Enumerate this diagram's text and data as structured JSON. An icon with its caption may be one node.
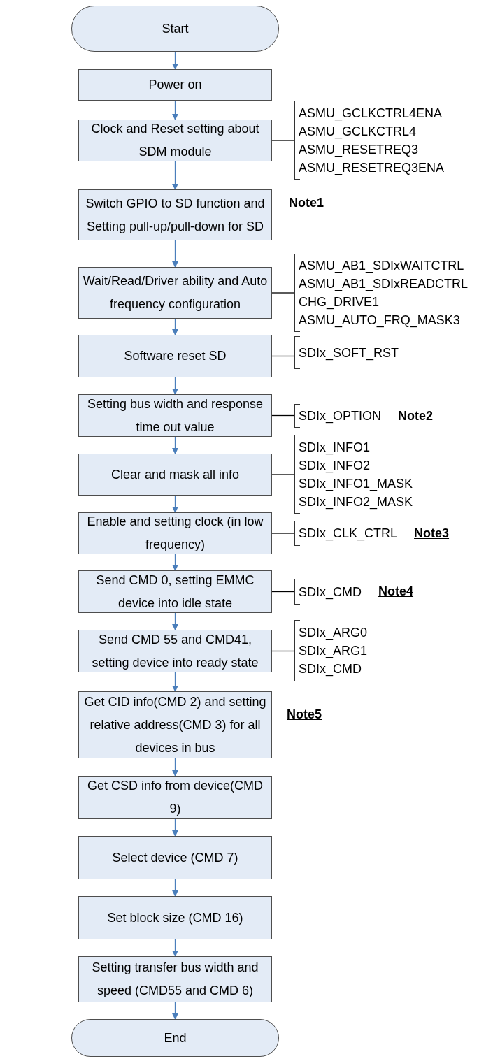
{
  "diagram": {
    "nodes": [
      {
        "text": [
          "Start"
        ]
      },
      {
        "text": [
          "Power on"
        ]
      },
      {
        "text": [
          "Clock and Reset setting about SDM module"
        ]
      },
      {
        "text": [
          "ASMU_GCLKCTRL4ENA",
          "ASMU_GCLKCTRL4",
          "ASMU_RESETREQ3",
          "ASMU_RESETREQ3ENA"
        ]
      },
      {
        "text": [
          "Switch GPIO to SD function and Setting pull-up/pull-down for SD"
        ]
      },
      {
        "text": [
          "Wait/Read/Driver ability and Auto frequency configuration"
        ]
      },
      {
        "text": [
          "ASMU_AB1_SDIxWAITCTRL",
          "ASMU_AB1_SDIxREADCTRL",
          "CHG_DRIVE1",
          "ASMU_AUTO_FRQ_MASK3"
        ]
      },
      {
        "text": [
          "Software reset SD"
        ]
      },
      {
        "text": [
          "SDIx_SOFT_RST"
        ]
      },
      {
        "text": [
          "Setting bus width and response time out value"
        ]
      },
      {
        "text": [
          "SDIx_OPTION"
        ],
        "beside": [
          "Note2"
        ]
      },
      {
        "text": [
          "Clear and mask all info"
        ]
      },
      {
        "text": [
          "SDIx_INFO1",
          "SDIx_INFO2",
          "SDIx_INFO1_MASK",
          "SDIx_INFO2_MASK"
        ]
      },
      {
        "text": [
          "Enable and setting clock (in low frequency)"
        ]
      },
      {
        "text": [
          "SDIx_CLK_CTRL"
        ],
        "beside": [
          "Note3"
        ]
      },
      {
        "text": [
          "Send CMD 0, setting EMMC device into idle state"
        ]
      },
      {
        "text": [
          "SDIx_CMD"
        ],
        "beside": [
          "Note4"
        ]
      },
      {
        "text": [
          "Send CMD 55 and CMD41, setting device into ready state"
        ]
      },
      {
        "text": [
          "SDIx_ARG0",
          "SDIx_ARG1",
          "SDIx_CMD"
        ]
      },
      {
        "text": [
          "Get CID info(CMD 2) and setting relative address(CMD 3) for all devices in bus"
        ]
      },
      {
        "text": [
          "Get CSD info from device(CMD 9)"
        ]
      },
      {
        "text": [
          "Select device (CMD 7)"
        ]
      },
      {
        "text": [
          "Set block size (CMD 16)"
        ]
      },
      {
        "text": [
          "Setting transfer bus width and speed (CMD55 and CMD 6)"
        ]
      },
      {
        "text": [
          "End"
        ]
      }
    ],
    "edges": [
      {
        "from": 0,
        "to": 1,
        "arrow": "to"
      },
      {
        "from": 1,
        "to": 2,
        "arrow": "to"
      },
      {
        "from": 2,
        "to": 4,
        "arrow": "to"
      },
      {
        "from": 4,
        "to": 5,
        "arrow": "to"
      },
      {
        "from": 5,
        "to": 7,
        "arrow": "to"
      },
      {
        "from": 7,
        "to": 9,
        "arrow": "to"
      },
      {
        "from": 9,
        "to": 11,
        "arrow": "to"
      },
      {
        "from": 11,
        "to": 13,
        "arrow": "to"
      },
      {
        "from": 13,
        "to": 15,
        "arrow": "to"
      },
      {
        "from": 15,
        "to": 17,
        "arrow": "to"
      },
      {
        "from": 17,
        "to": 19,
        "arrow": "to"
      },
      {
        "from": 19,
        "to": 20,
        "arrow": "to"
      },
      {
        "from": 20,
        "to": 21,
        "arrow": "to"
      },
      {
        "from": 21,
        "to": 22,
        "arrow": "to"
      },
      {
        "from": 22,
        "to": 23,
        "arrow": "to"
      },
      {
        "from": 23,
        "to": 24,
        "arrow": "to"
      },
      {
        "from": 2,
        "to": 3,
        "arrow": "none",
        "color": "#000000"
      },
      {
        "from": 5,
        "to": 6,
        "arrow": "none",
        "color": "#000000"
      },
      {
        "from": 7,
        "to": 8,
        "arrow": "none",
        "color": "#000000"
      },
      {
        "from": 9,
        "to": 10,
        "arrow": "none",
        "color": "#000000"
      },
      {
        "from": 11,
        "to": 12,
        "arrow": "none",
        "color": "#000000"
      },
      {
        "from": 13,
        "to": 14,
        "arrow": "none",
        "color": "#000000"
      },
      {
        "from": 15,
        "to": 16,
        "arrow": "none",
        "color": "#000000"
      },
      {
        "from": 17,
        "to": 18,
        "arrow": "none",
        "color": "#000000"
      }
    ],
    "labels": [
      "Note1",
      "Note5"
    ]
  }
}
